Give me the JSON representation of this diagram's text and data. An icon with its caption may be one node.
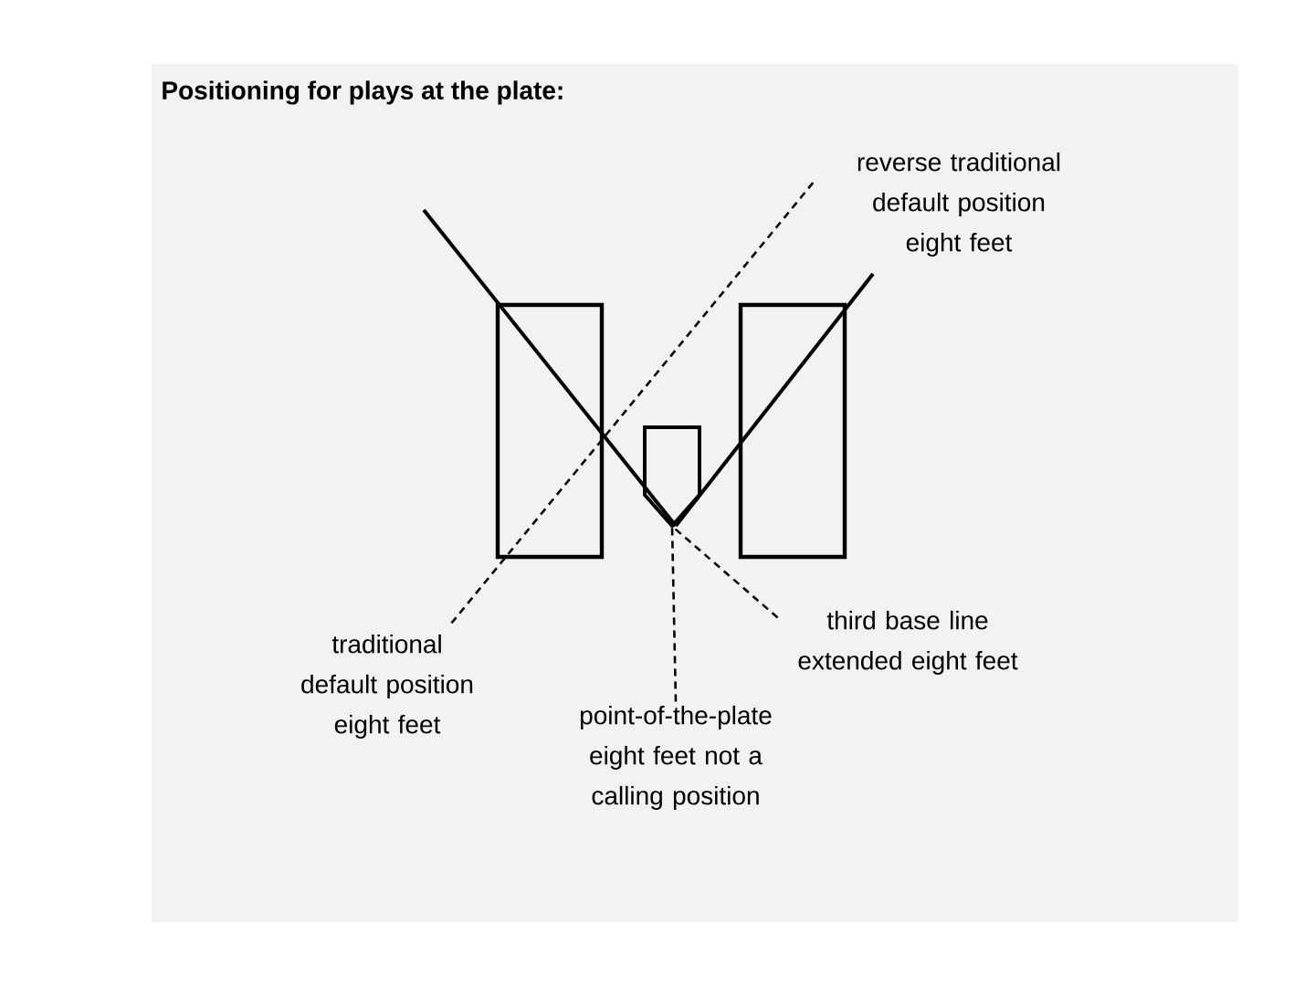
{
  "diagram": {
    "title": "Positioning for plays at the plate:",
    "nodes": [
      {
        "text": [
          "reverse traditional default position eight feet"
        ]
      },
      {
        "text": [],
        "shape": "box"
      },
      {
        "text": [],
        "shape": "pentagon"
      },
      {
        "text": [],
        "shape": "box"
      },
      {
        "text": [
          "traditional default position eight feet"
        ]
      },
      {
        "text": [
          "third base line extended eight feet"
        ]
      },
      {
        "text": [
          "point-of-the-plate eight feet not a calling position"
        ]
      }
    ],
    "edges": [
      {
        "from": 4,
        "to": 0,
        "arrow": "none",
        "style": "dashed"
      },
      {
        "from": 6,
        "to": 2,
        "arrow": "none",
        "style": "dashed"
      },
      {
        "from": 5,
        "to": 2,
        "arrow": "none",
        "style": "dashed"
      }
    ]
  }
}
